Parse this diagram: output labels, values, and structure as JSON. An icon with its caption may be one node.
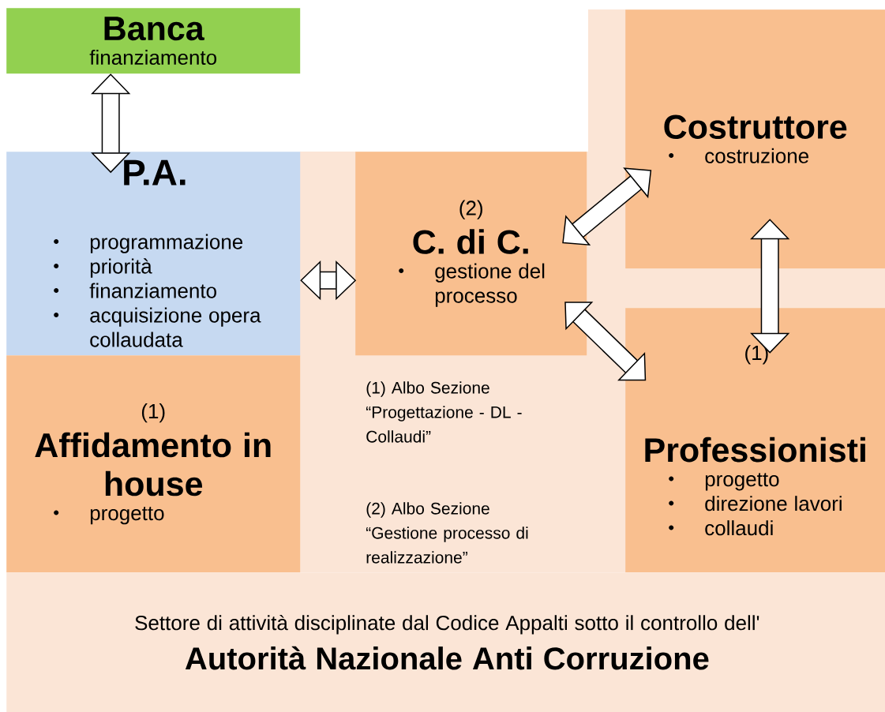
{
  "diagram": {
    "nodes": [
      {
        "text": [
          "Banca",
          "finanziamento"
        ]
      },
      {
        "text": [
          "P.A.",
          "programmazione",
          "priorità",
          "finanziamento",
          "acquisizione opera collaudata"
        ]
      },
      {
        "text": [
          "(1)",
          "Affidamento in house",
          "progetto"
        ]
      },
      {
        "text": [
          "(2)",
          "C. di C.",
          "gestione del processo"
        ]
      },
      {
        "text": [
          "Costruttore",
          "costruzione"
        ]
      },
      {
        "text": [
          "(1)",
          "Professionisti",
          "progetto",
          "direzione lavori",
          "collaudi"
        ]
      },
      {
        "text": [
          "Settore di attività disciplinate dal Codice Appalti sotto il controllo dell'",
          "Autorità Nazionale Anti Corruzione"
        ]
      }
    ],
    "edges": [
      {
        "from": 0,
        "to": 1,
        "arrow": "both"
      },
      {
        "from": 1,
        "to": 3,
        "arrow": "both"
      },
      {
        "from": 3,
        "to": 4,
        "arrow": "both"
      },
      {
        "from": 3,
        "to": 5,
        "arrow": "both"
      },
      {
        "from": 4,
        "to": 5,
        "arrow": "both"
      }
    ],
    "labels": [
      "(1) Albo Sezione “Progettazione - DL - Collaudi”",
      "(2) Albo Sezione “Gestione processo di realizzazione”"
    ]
  }
}
